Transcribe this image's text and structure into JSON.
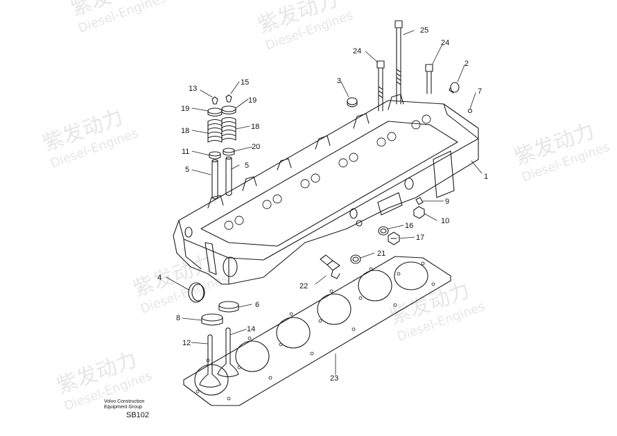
{
  "watermark": {
    "brand": "紫发动力",
    "sub": "Diesel-Engines"
  },
  "footer": {
    "company": "Volvo Construction",
    "group": "Equipment Group",
    "code": "SB102"
  },
  "callouts": [
    "1",
    "2",
    "3",
    "4",
    "5",
    "5",
    "6",
    "7",
    "8",
    "9",
    "10",
    "11",
    "12",
    "13",
    "14",
    "15",
    "16",
    "17",
    "18",
    "18",
    "19",
    "19",
    "20",
    "21",
    "22",
    "23",
    "24",
    "24",
    "25"
  ],
  "colors": {
    "line": "#1a1a1a",
    "watermark": "#e6e6e6",
    "background": "#ffffff"
  }
}
